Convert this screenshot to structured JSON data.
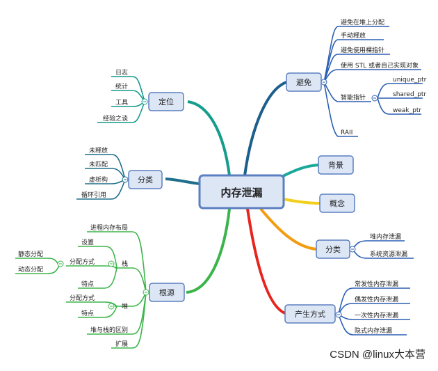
{
  "diagram": {
    "center": {
      "text": "内存泄漏"
    },
    "branches": {
      "avoid": {
        "label": "避免",
        "items": [
          "避免在堆上分配",
          "手动释放",
          "避免使用裸指针",
          "使用 STL 或者自己实现对象"
        ],
        "smart": {
          "label": "智能指针",
          "items": [
            "unique_ptr",
            "shared_ptr",
            "weak_ptr"
          ]
        },
        "last": "RAII"
      },
      "background": {
        "label": "背景"
      },
      "concept": {
        "label": "概念"
      },
      "classify_right": {
        "label": "分类",
        "items": [
          "堆内存泄漏",
          "系统资源泄漏"
        ]
      },
      "generation": {
        "label": "产生方式",
        "items": [
          "常发性内存泄漏",
          "偶发性内存泄漏",
          "一次性内存泄漏",
          "隐式内存泄漏"
        ]
      },
      "locate": {
        "label": "定位",
        "items": [
          "日志",
          "统计",
          "工具",
          "经验之谈"
        ]
      },
      "classify_left": {
        "label": "分类",
        "items": [
          "未释放",
          "未匹配",
          "虚析构",
          "循环引用"
        ]
      },
      "root": {
        "label": "根源",
        "process_layout": "进程内存布局",
        "stack": {
          "label": "栈",
          "setting": "设置",
          "alloc": {
            "label": "分配方式",
            "items": [
              "静态分配",
              "动态分配"
            ]
          },
          "feature": "特点"
        },
        "heap": {
          "label": "堆",
          "alloc": "分配方式",
          "feature": "特点"
        },
        "diff": "堆与栈的区别",
        "expand": "扩展"
      }
    },
    "watermark": "CSDN @linux大本营"
  },
  "colors": {
    "node_fill": "#dce6f5",
    "node_border": "#5b7fc0",
    "center_fill": "#dce6f5",
    "avoid_branch": "#1c5f8a",
    "background_branch": "#1aa89a",
    "concept_branch": "#f2cf1f",
    "classify_right_branch": "#f39c12",
    "generation_branch": "#e8241c",
    "locate_branch": "#149c8c",
    "classify_left_branch": "#1f6e8c",
    "root_branch": "#3bb54a",
    "avoid_sub": "#2b5fb4"
  }
}
